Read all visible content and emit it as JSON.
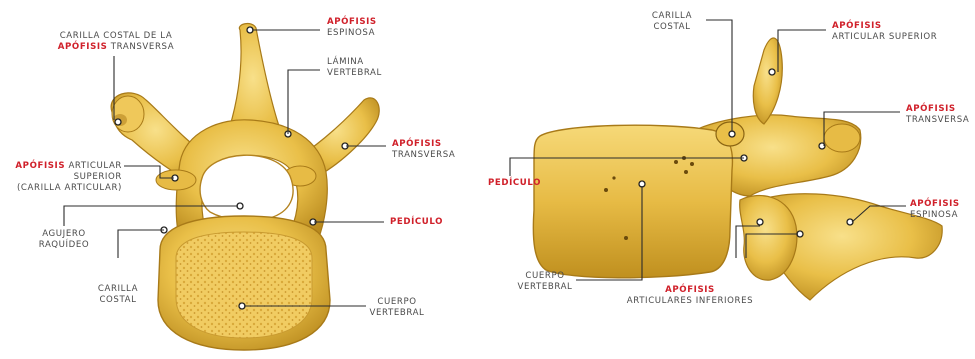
{
  "colors": {
    "bone_light": "#f4d36a",
    "bone_mid": "#e2b33a",
    "bone_dark": "#a87a18",
    "leader": "#2b2b2b",
    "accent_red": "#d0202a",
    "text_gray": "#4a4a4a"
  },
  "left": {
    "carilla_apof_transversa": {
      "line1": "CARILLA COSTAL DE LA",
      "line2_red": "APÓFISIS",
      "line2_rest": " TRANSVERSA"
    },
    "apof_espinosa": {
      "red": "APÓFISIS",
      "rest": "ESPINOSA"
    },
    "lamina": {
      "line1": "LÁMINA",
      "line2": "VERTEBRAL"
    },
    "apof_transversa": {
      "red": "APÓFISIS",
      "rest": "TRANSVERSA"
    },
    "apof_articular_superior": {
      "red": "APÓFISIS",
      "rest1": " ARTICULAR",
      "line2": "SUPERIOR",
      "line3": "(CARILLA ARTICULAR)"
    },
    "agujero": {
      "line1": "AGUJERO",
      "line2": "RAQUÍDEO"
    },
    "pediculo": {
      "red": "PEDÍCULO"
    },
    "carilla_costal": {
      "line1": "CARILLA",
      "line2": "COSTAL"
    },
    "cuerpo": {
      "line1": "CUERPO",
      "line2": "VERTEBRAL"
    }
  },
  "right": {
    "carilla_costal": {
      "line1": "CARILLA",
      "line2": "COSTAL"
    },
    "apof_articular_superior": {
      "red": "APÓFISIS",
      "rest": "ARTICULAR  SUPERIOR"
    },
    "apof_transversa": {
      "red": "APÓFISIS",
      "rest": "TRANSVERSA"
    },
    "pediculo": {
      "red": "PEDÍCULO"
    },
    "apof_espinosa": {
      "red": "APÓFISIS",
      "rest": "ESPINOSA"
    },
    "cuerpo": {
      "line1": "CUERPO",
      "line2": "VERTEBRAL"
    },
    "apof_articulares_inferiores": {
      "red": "APÓFISIS",
      "rest": "ARTICULARES INFERIORES"
    }
  }
}
